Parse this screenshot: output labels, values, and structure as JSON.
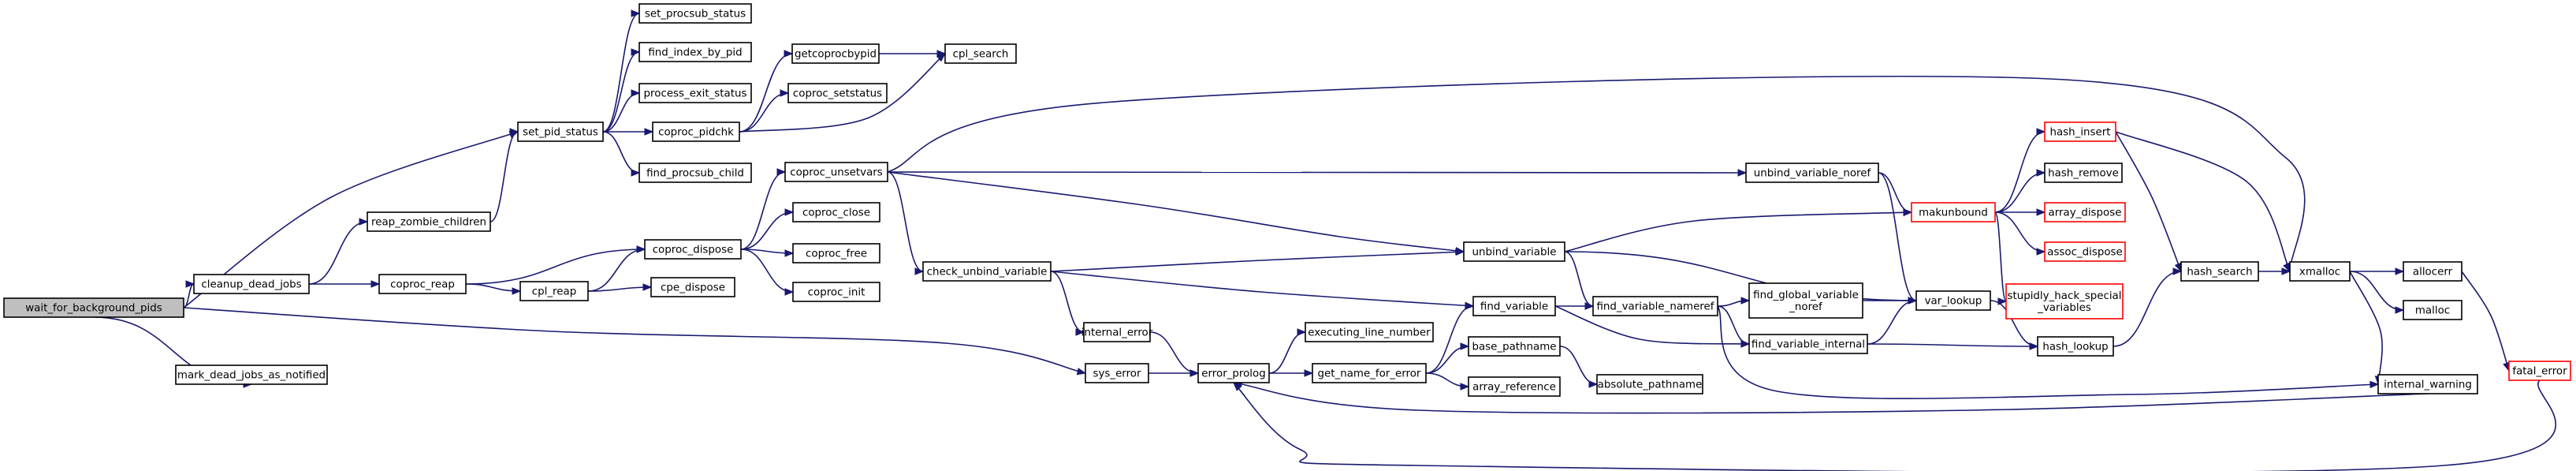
{
  "colors": {
    "edge": "#191970",
    "node_border": "#000000",
    "node_border_incomplete": "#ff0000",
    "node_fill": "#ffffff",
    "root_fill": "#bfbfbf"
  },
  "nodes": {
    "wait_for_background_pids": {
      "label": "wait_for_background_pids",
      "root": true
    },
    "set_pid_status": {
      "label": "set_pid_status"
    },
    "cleanup_dead_jobs": {
      "label": "cleanup_dead_jobs"
    },
    "mark_dead_jobs_as_notified": {
      "label": "mark_dead_jobs_as_notified"
    },
    "sys_error": {
      "label": "sys_error"
    },
    "set_procsub_status": {
      "label": "set_procsub_status"
    },
    "find_index_by_pid": {
      "label": "find_index_by_pid"
    },
    "process_exit_status": {
      "label": "process_exit_status"
    },
    "coproc_pidchk": {
      "label": "coproc_pidchk"
    },
    "find_procsub_child": {
      "label": "find_procsub_child"
    },
    "getcoprocbypid": {
      "label": "getcoprocbypid"
    },
    "coproc_setstatus": {
      "label": "coproc_setstatus"
    },
    "cpl_search": {
      "label": "cpl_search"
    },
    "reap_zombie_children": {
      "label": "reap_zombie_children"
    },
    "coproc_reap": {
      "label": "coproc_reap"
    },
    "coproc_dispose": {
      "label": "coproc_dispose"
    },
    "cpl_reap": {
      "label": "cpl_reap"
    },
    "cpe_dispose": {
      "label": "cpe_dispose"
    },
    "coproc_unsetvars": {
      "label": "coproc_unsetvars"
    },
    "coproc_close": {
      "label": "coproc_close"
    },
    "coproc_free": {
      "label": "coproc_free"
    },
    "coproc_init": {
      "label": "coproc_init"
    },
    "check_unbind_variable": {
      "label": "check_unbind_variable"
    },
    "internal_error": {
      "label": "internal_error"
    },
    "error_prolog": {
      "label": "error_prolog"
    },
    "executing_line_number": {
      "label": "executing_line_number"
    },
    "get_name_for_error": {
      "label": "get_name_for_error"
    },
    "find_variable": {
      "label": "find_variable"
    },
    "base_pathname": {
      "label": "base_pathname"
    },
    "array_reference": {
      "label": "array_reference"
    },
    "absolute_pathname": {
      "label": "absolute_pathname"
    },
    "unbind_variable": {
      "label": "unbind_variable"
    },
    "unbind_variable_noref": {
      "label": "unbind_variable_noref"
    },
    "find_variable_nameref": {
      "label": "find_variable_nameref"
    },
    "find_global_variable_noref": {
      "label": "find_global_variable\n_noref"
    },
    "find_variable_internal": {
      "label": "find_variable_internal"
    },
    "var_lookup": {
      "label": "var_lookup"
    },
    "hash_lookup": {
      "label": "hash_lookup"
    },
    "makunbound": {
      "label": "makunbound",
      "incomplete": true
    },
    "hash_insert": {
      "label": "hash_insert",
      "incomplete": true
    },
    "hash_remove": {
      "label": "hash_remove"
    },
    "array_dispose": {
      "label": "array_dispose",
      "incomplete": true
    },
    "assoc_dispose": {
      "label": "assoc_dispose",
      "incomplete": true
    },
    "stupidly_hack_special_variables": {
      "label": "stupidly_hack_special\n_variables",
      "incomplete": true
    },
    "hash_search": {
      "label": "hash_search"
    },
    "xmalloc": {
      "label": "xmalloc"
    },
    "allocerr": {
      "label": "allocerr"
    },
    "malloc": {
      "label": "malloc"
    },
    "internal_warning": {
      "label": "internal_warning"
    },
    "fatal_error": {
      "label": "fatal_error",
      "incomplete": true
    }
  },
  "edges": [
    [
      "wait_for_background_pids",
      "set_pid_status"
    ],
    [
      "wait_for_background_pids",
      "cleanup_dead_jobs"
    ],
    [
      "wait_for_background_pids",
      "mark_dead_jobs_as_notified"
    ],
    [
      "wait_for_background_pids",
      "sys_error"
    ],
    [
      "set_pid_status",
      "set_procsub_status"
    ],
    [
      "set_pid_status",
      "find_index_by_pid"
    ],
    [
      "set_pid_status",
      "process_exit_status"
    ],
    [
      "set_pid_status",
      "coproc_pidchk"
    ],
    [
      "set_pid_status",
      "find_procsub_child"
    ],
    [
      "coproc_pidchk",
      "getcoprocbypid"
    ],
    [
      "coproc_pidchk",
      "coproc_setstatus"
    ],
    [
      "coproc_pidchk",
      "cpl_search"
    ],
    [
      "getcoprocbypid",
      "cpl_search"
    ],
    [
      "cleanup_dead_jobs",
      "reap_zombie_children"
    ],
    [
      "cleanup_dead_jobs",
      "coproc_reap"
    ],
    [
      "reap_zombie_children",
      "set_pid_status"
    ],
    [
      "coproc_reap",
      "coproc_dispose"
    ],
    [
      "coproc_reap",
      "cpl_reap"
    ],
    [
      "cpl_reap",
      "coproc_dispose"
    ],
    [
      "cpl_reap",
      "cpe_dispose"
    ],
    [
      "coproc_dispose",
      "coproc_unsetvars"
    ],
    [
      "coproc_dispose",
      "coproc_close"
    ],
    [
      "coproc_dispose",
      "coproc_free"
    ],
    [
      "coproc_dispose",
      "coproc_init"
    ],
    [
      "coproc_unsetvars",
      "check_unbind_variable"
    ],
    [
      "coproc_unsetvars",
      "unbind_variable_noref"
    ],
    [
      "coproc_unsetvars",
      "unbind_variable"
    ],
    [
      "coproc_unsetvars",
      "xmalloc"
    ],
    [
      "check_unbind_variable",
      "internal_error"
    ],
    [
      "check_unbind_variable",
      "unbind_variable"
    ],
    [
      "check_unbind_variable",
      "find_variable"
    ],
    [
      "internal_error",
      "error_prolog"
    ],
    [
      "sys_error",
      "error_prolog"
    ],
    [
      "error_prolog",
      "executing_line_number"
    ],
    [
      "error_prolog",
      "get_name_for_error"
    ],
    [
      "get_name_for_error",
      "find_variable"
    ],
    [
      "get_name_for_error",
      "base_pathname"
    ],
    [
      "get_name_for_error",
      "array_reference"
    ],
    [
      "base_pathname",
      "absolute_pathname"
    ],
    [
      "find_variable",
      "find_variable_nameref"
    ],
    [
      "find_variable",
      "find_variable_internal"
    ],
    [
      "unbind_variable",
      "find_variable_nameref"
    ],
    [
      "unbind_variable",
      "makunbound"
    ],
    [
      "unbind_variable",
      "var_lookup"
    ],
    [
      "unbind_variable_noref",
      "makunbound"
    ],
    [
      "unbind_variable_noref",
      "var_lookup"
    ],
    [
      "find_variable_nameref",
      "find_global_variable_noref"
    ],
    [
      "find_variable_nameref",
      "find_variable_internal"
    ],
    [
      "find_variable_nameref",
      "internal_warning"
    ],
    [
      "find_global_variable_noref",
      "var_lookup"
    ],
    [
      "find_variable_internal",
      "var_lookup"
    ],
    [
      "find_variable_internal",
      "hash_lookup"
    ],
    [
      "var_lookup",
      "hash_lookup"
    ],
    [
      "hash_lookup",
      "hash_search"
    ],
    [
      "makunbound",
      "hash_insert"
    ],
    [
      "makunbound",
      "hash_remove"
    ],
    [
      "makunbound",
      "array_dispose"
    ],
    [
      "makunbound",
      "assoc_dispose"
    ],
    [
      "makunbound",
      "stupidly_hack_special_variables"
    ],
    [
      "hash_insert",
      "hash_search"
    ],
    [
      "hash_insert",
      "xmalloc"
    ],
    [
      "hash_search",
      "xmalloc"
    ],
    [
      "xmalloc",
      "allocerr"
    ],
    [
      "xmalloc",
      "malloc"
    ],
    [
      "xmalloc",
      "internal_warning"
    ],
    [
      "allocerr",
      "fatal_error"
    ],
    [
      "internal_warning",
      "error_prolog"
    ],
    [
      "fatal_error",
      "error_prolog"
    ]
  ]
}
